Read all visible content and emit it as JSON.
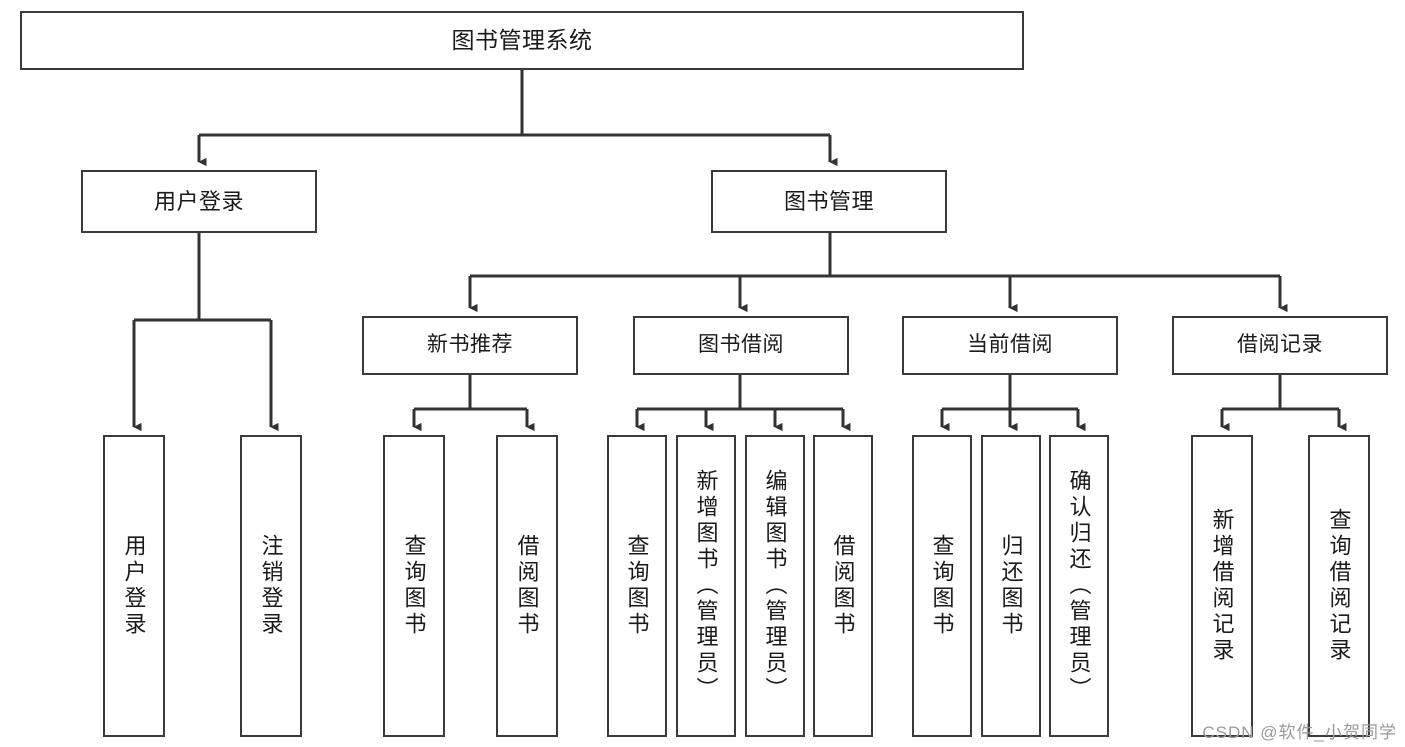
{
  "diagram": {
    "title": "图书管理系统",
    "type": "hierarchy-tree",
    "watermark": "CSDN @软件_小贺同学",
    "colors": {
      "background": "#ffffff",
      "box_border": "#3a3a3a",
      "connector": "#333333",
      "text": "#1a1a1a",
      "watermark": "#9a9a9a"
    },
    "root": {
      "label": "图书管理系统"
    },
    "level1": [
      {
        "label": "用户登录"
      },
      {
        "label": "图书管理"
      }
    ],
    "level2": [
      {
        "label": "新书推荐"
      },
      {
        "label": "图书借阅"
      },
      {
        "label": "当前借阅"
      },
      {
        "label": "借阅记录"
      }
    ],
    "leaves": {
      "user_login": [
        {
          "label": "用户登录"
        },
        {
          "label": "注销登录"
        }
      ],
      "new_book_recommend": [
        {
          "label": "查询图书"
        },
        {
          "label": "借阅图书"
        }
      ],
      "book_borrow": [
        {
          "label": "查询图书"
        },
        {
          "label": "新增图书（管理员）"
        },
        {
          "label": "编辑图书（管理员）"
        },
        {
          "label": "借阅图书"
        }
      ],
      "current_borrow": [
        {
          "label": "查询图书"
        },
        {
          "label": "归还图书"
        },
        {
          "label": "确认归还（管理员）"
        }
      ],
      "borrow_record": [
        {
          "label": "新增借阅记录"
        },
        {
          "label": "查询借阅记录"
        }
      ]
    }
  }
}
